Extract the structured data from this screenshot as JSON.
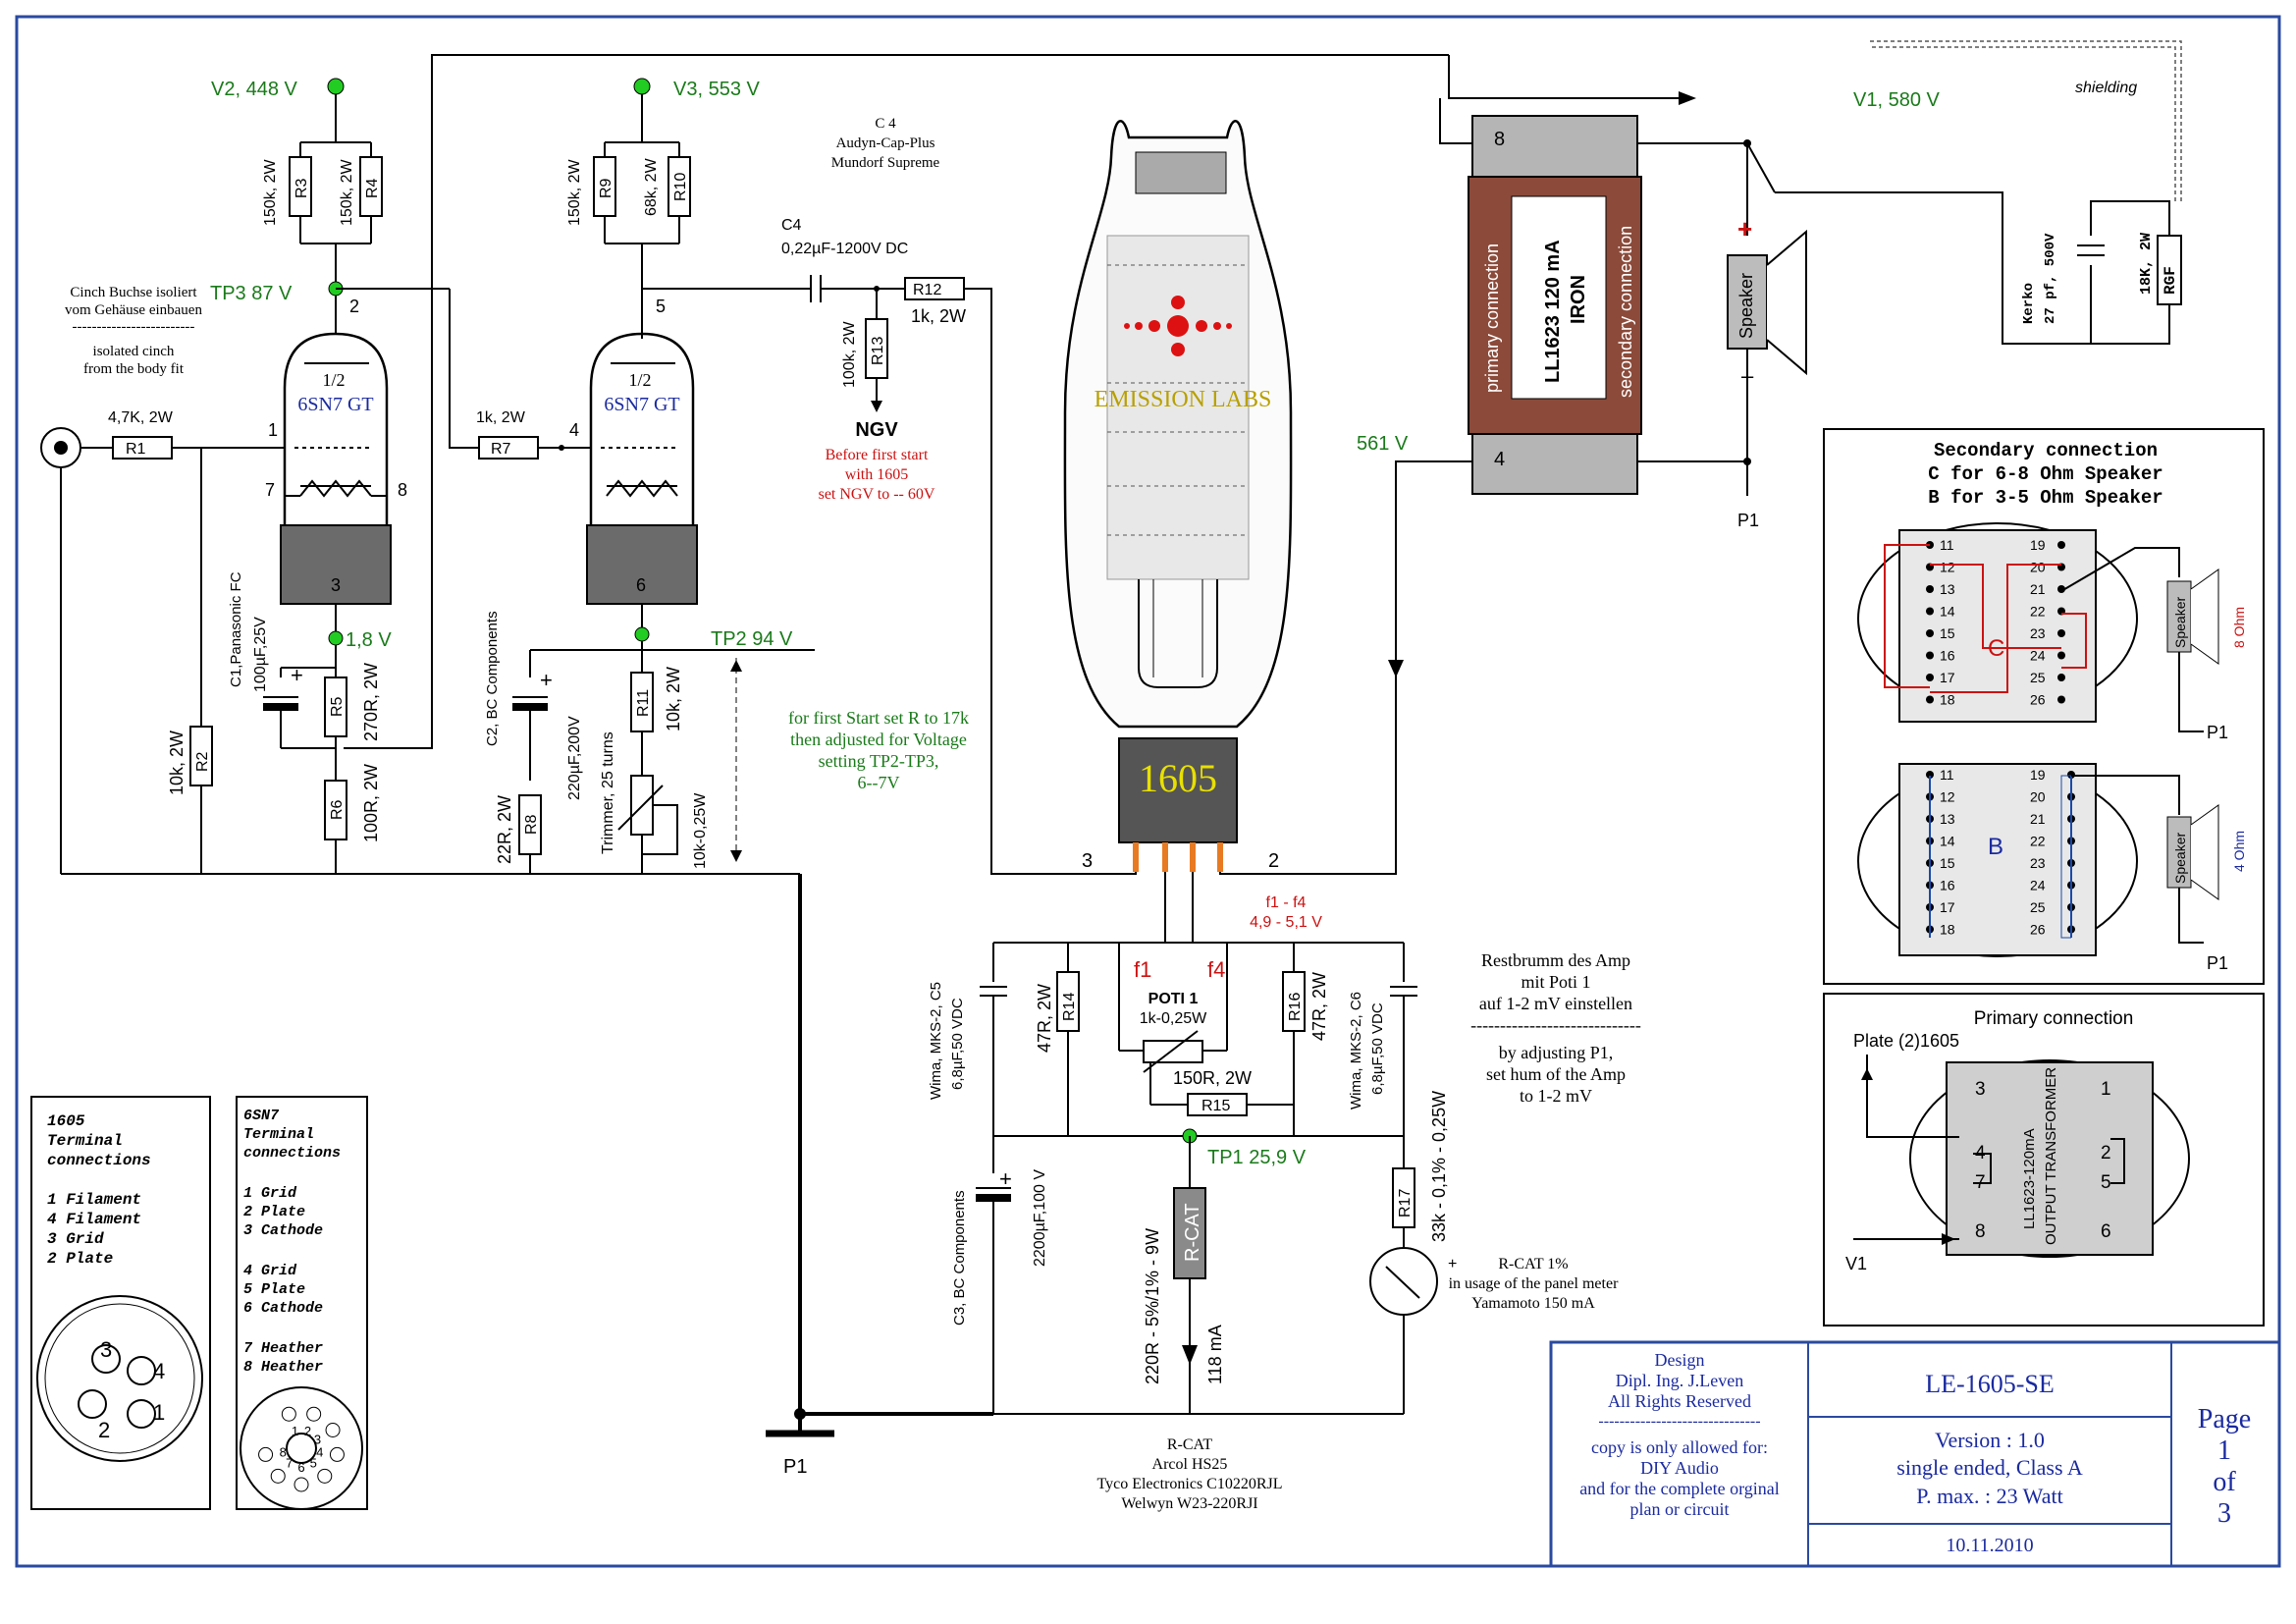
{
  "rails": {
    "v2": "V2, 448 V",
    "v3": "V3, 553 V",
    "v1": "V1, 580 V",
    "tp3": "TP3 87 V",
    "tp2": "TP2  94 V",
    "tp1": "TP1 25,9 V",
    "v561": "561 V",
    "v18": "1,8  V"
  },
  "input": {
    "note1": "Cinch Buchse isoliert",
    "note2": "vom Gehäuse einbauen",
    "note3": "isolated cinch",
    "note4": "from the body fit"
  },
  "components": {
    "r1_label": "R1",
    "r1_value": "4,7K, 2W",
    "r2_label": "R2",
    "r2_value": "10k, 2W",
    "r3_label": "R3",
    "r3_value": "150k, 2W",
    "r4_label": "R4",
    "r4_value": "150k, 2W",
    "r5_label": "R5",
    "r5_value": "270R, 2W",
    "r6_label": "R6",
    "r6_value": "100R, 2W",
    "r7_label": "R7",
    "r7_value": "1k, 2W",
    "r8_label": "R8",
    "r8_value": "22R, 2W",
    "r9_label": "R9",
    "r9_value": "150k, 2W",
    "r10_label": "R10",
    "r10_value": "68k, 2W",
    "r11_label": "R11",
    "r11_value": "10k, 2W",
    "r12_label": "R12",
    "r12_value": "1k, 2W",
    "r13_label": "R13",
    "r13_value": "100k, 2W",
    "r14_label": "R14",
    "r14_value": "47R, 2W",
    "r15_label": "R15",
    "r15_value": "150R, 2W",
    "r16_label": "R16",
    "r16_value": "47R, 2W",
    "r17_label": "R17",
    "r17_value": "33k - 0,1% - 0,25W",
    "c1_a": "C1,Panasonic FC",
    "c1_b": "100µF,25V",
    "c2_a": "C2, BC Components",
    "c2_b": "220µF,200V",
    "c3_a": "C3, BC Components",
    "c3_b": "2200µF,100 V",
    "c4_title": "C 4",
    "c4_make1": "Audyn-Cap-Plus",
    "c4_make2": "Mundorf Supreme",
    "c4_label": "C4",
    "c4_value": "0,22µF-1200V DC",
    "c5_value": "Wima, MKS-2, C5",
    "c5_rating": "6,8µF,50 VDC",
    "c6_value": "Wima, MKS-2, C6",
    "c6_rating": "6,8µF,50 VDC",
    "trimmer": "Trimmer, 25 turns",
    "trimmer_value": "10k-0,25W",
    "rcat_box": "R-CAT",
    "rcat_value": "220R - 5%/1% - 9W",
    "rcat_current": "118 mA",
    "poti_title": "POTI 1",
    "poti_value": "1k-0,25W",
    "kerko_a": "Kerko",
    "kerko_b": "27 pf, 500V",
    "rgf_value": "18K, 2W",
    "rgf_label": "RGF"
  },
  "tubes": {
    "half": "1/2",
    "type": "6SN7 GT",
    "power_label": "1605",
    "brand": "EMISSION LABS",
    "pins_left": [
      "1",
      "2",
      "3",
      "7",
      "8"
    ],
    "pins_right": [
      "4",
      "5",
      "6"
    ],
    "power_pin3": "3",
    "power_pin2": "2"
  },
  "ngv": {
    "title": "NGV",
    "l1": "Before first start",
    "l2": "with 1605",
    "l3": "set NGV to  -- 60V"
  },
  "first_start": {
    "l1": "for first Start set R to 17k",
    "l2": "then adjusted for Voltage",
    "l3": "setting TP2-TP3,",
    "l4": "6--7V"
  },
  "filament": {
    "range_label": "f1 - f4",
    "range_value": "4,9 - 5,1 V",
    "f1": "f1",
    "f4": "f4"
  },
  "hum": {
    "l1": "Restbrumm des Amp",
    "l2": "mit Poti 1",
    "l3": "auf  1-2 mV einstellen",
    "sep": "-----------------------------",
    "l4": "by adjusting P1,",
    "l5": "set hum of the Amp",
    "l6": "to 1-2 mV"
  },
  "meter": {
    "l1": "R-CAT  1%",
    "l2": "in usage of the panel meter",
    "l3": "Yamamoto 150 mA",
    "plus": "+"
  },
  "rcat_parts": {
    "l1": "R-CAT",
    "l2": "Arcol  HS25",
    "l3": "Tyco Electronics C10220RJL",
    "l4": "Welwyn W23-220RJI"
  },
  "transformer": {
    "name1": "LL1623 120 mA",
    "name2": "IRON",
    "primary": "primary connection",
    "secondary": "secondary connection",
    "pin8": "8",
    "pin4": "4",
    "speaker": "Speaker",
    "plus": "+",
    "minus": "–",
    "shielding": "shielding",
    "p1": "P1"
  },
  "secondary_panel": {
    "title1": "Secondary connection",
    "title2": "C for 6-8 Ohm Speaker",
    "title3": "B for 3-5 Ohm Speaker",
    "left_pins": [
      "11",
      "12",
      "13",
      "14",
      "15",
      "16",
      "17",
      "18"
    ],
    "right_pins": [
      "19",
      "20",
      "21",
      "22",
      "23",
      "24",
      "25",
      "26"
    ],
    "c": "C",
    "b": "B",
    "ohm8": "8 Ohm",
    "ohm4": "4 Ohm",
    "speaker": "Speaker",
    "p1": "P1"
  },
  "primary_panel": {
    "title": "Primary connection",
    "plate": "Plate (2)1605",
    "v1": "V1",
    "core": "LL1623-120mA",
    "core2": "OUTPUT TRANSFORMER",
    "pins": [
      "3",
      "4",
      "7",
      "8",
      "1",
      "2",
      "5",
      "6"
    ]
  },
  "legend_1605": {
    "title1": "1605",
    "title2": "Terminal",
    "title3": "connections",
    "items": [
      "1 Filament",
      "4 Filament",
      "3 Grid",
      "2 Plate"
    ],
    "socket_pins": [
      "3",
      "4",
      "2",
      "1"
    ]
  },
  "legend_6sn7": {
    "title1": "6SN7",
    "title2": "Terminal",
    "title3": "connections",
    "items": [
      "1 Grid",
      "2 Plate",
      "3 Cathode",
      "4 Grid",
      "5 Plate",
      "6 Cathode",
      "7 Heather",
      "8 Heather"
    ],
    "socket_pins": [
      "1",
      "2",
      "3",
      "4",
      "5",
      "6",
      "7",
      "8"
    ]
  },
  "ground": "P1",
  "title_block": {
    "design": "Design",
    "designer": "Dipl. Ing. J.Leven",
    "rights": "All Rights Reserved",
    "sep": "-------------------------------",
    "copy1": "copy is only allowed for:",
    "copy2": "DIY Audio",
    "copy3": "and for the complete orginal",
    "copy4": "plan or circuit",
    "project": "LE-1605-SE",
    "version": "Version : 1.0",
    "type": "single ended, Class A",
    "power": "P. max. : 23 Watt",
    "date": "10.11.2010",
    "page": "Page",
    "page_num": "1",
    "of": "of",
    "page_total": "3"
  }
}
